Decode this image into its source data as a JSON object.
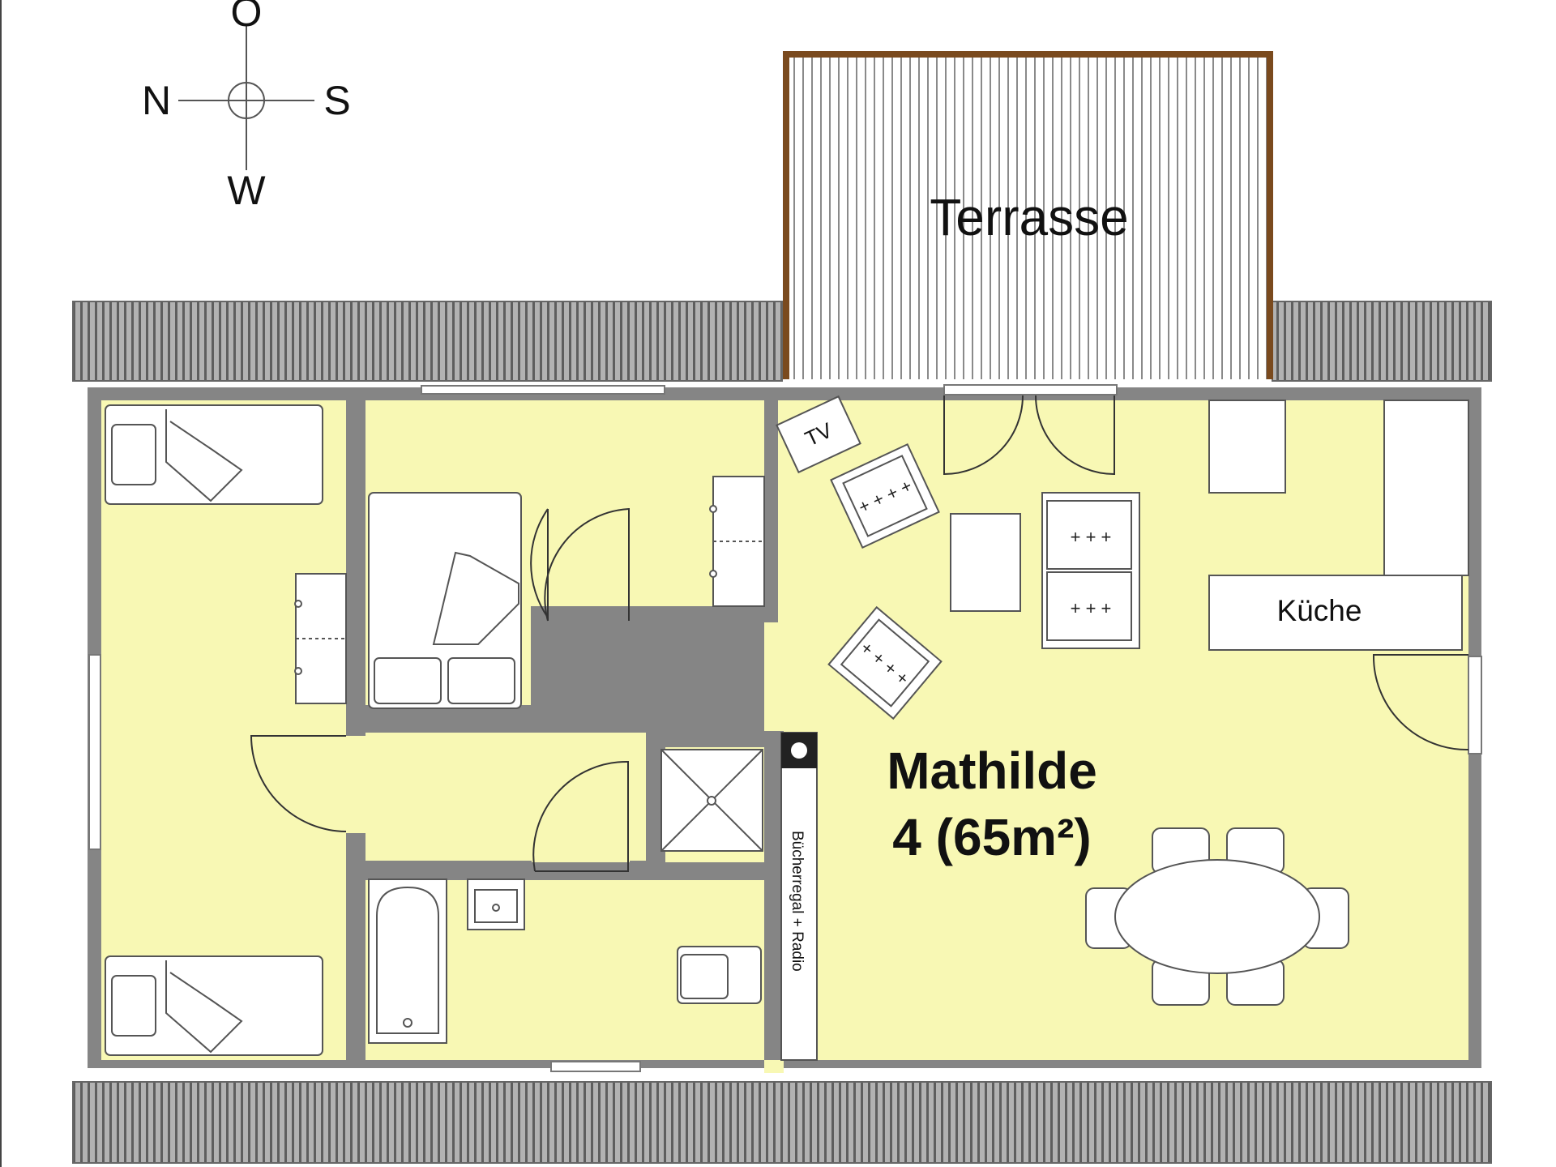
{
  "compass": {
    "north": "N",
    "south": "S",
    "east": "O",
    "west": "W"
  },
  "rooms": {
    "terrace": "Terrasse",
    "kitchen": "Küche"
  },
  "furniture": {
    "tv": "TV",
    "bookshelf": "Bücherregal + Radio"
  },
  "apartment": {
    "name": "Mathilde",
    "size": "4 (65m²)"
  },
  "colors": {
    "floor": "#f8f8b4",
    "wall": "#858585",
    "roof": "#9c9c9c",
    "terrace_frame": "#7a4a1e",
    "furniture": "#ffffff"
  }
}
